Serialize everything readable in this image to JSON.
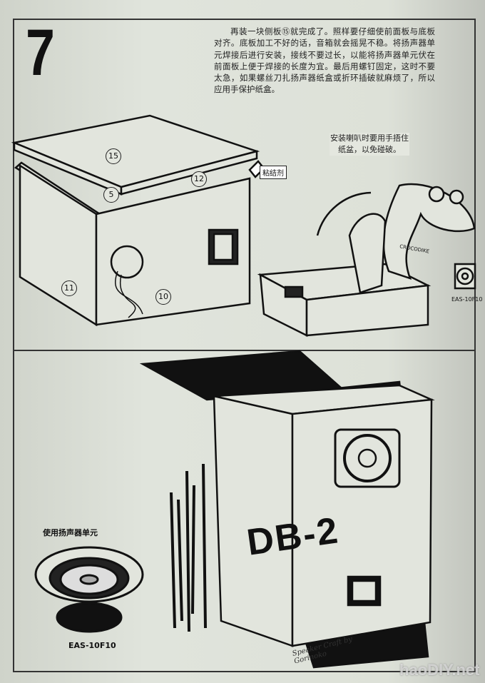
{
  "step_number": "7",
  "body_text": "再装一块侧板⑮就完成了。照样要仔细使前面板与底板对齐。底板加工不好的话，音箱就会摇晃不稳。将扬声器单元焊接后进行安装，接线不要过长，以能将扬声器单元伏在前面板上便于焊接的长度为宜。最后用螺钉固定，这时不要太急，如果螺丝刀扎扬声器纸盒或折环插破就麻烦了，所以应用手保护纸盒。",
  "note": "安装喇叭时要用手捂住纸盆，以免碰破。",
  "glue_label": "粘结剂",
  "part_numbers": {
    "p15": "15",
    "p12": "12",
    "p5": "5",
    "p11": "11",
    "p10": "10"
  },
  "crocodile_shirt": "CROCODIKE",
  "small_speaker_model": "EAS-10F10",
  "cabinet_label": "DB-2",
  "unit_title": "使用扬声器单元",
  "unit_model": "EAS-10F10",
  "signature": "Speaker Craft by Gorinoko",
  "watermark": "haoDIY.net"
}
